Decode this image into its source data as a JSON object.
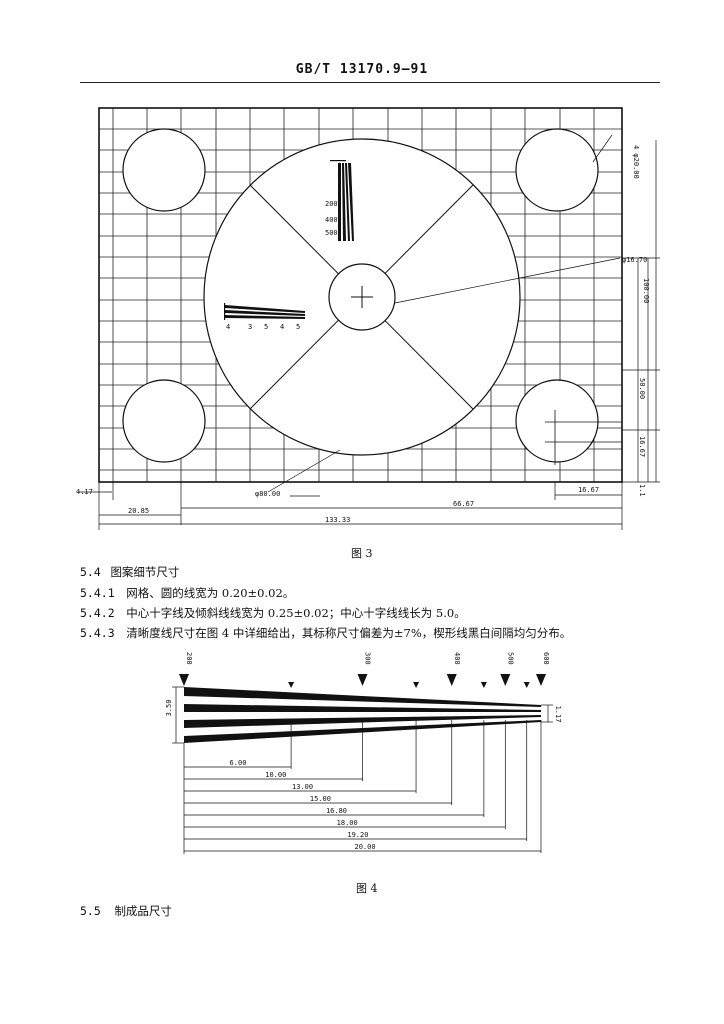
{
  "header": {
    "standard_code": "GB/T 13170.9—91"
  },
  "figure3": {
    "caption": "图 3",
    "dims": {
      "phi20": "4 φ20.00",
      "phi16_70": "φ16.70",
      "d100": "100.00",
      "d50": "50.00",
      "d16_67_v": "16.67",
      "d1_1": "1.1",
      "phi80": "φ80.00",
      "d4_17": "4.17",
      "d20_85": "20.85",
      "d66_67": "66.67",
      "d16_67_h": "16.67",
      "d133_33": "133.33"
    },
    "wedge_labels_v": [
      "200",
      "400",
      "500"
    ],
    "wedge_labels_h": [
      "4",
      "3",
      "5",
      "4",
      "5"
    ]
  },
  "section_5_4": {
    "title_num": "5.4",
    "title": "图案细节尺寸",
    "items": [
      {
        "num": "5.4.1",
        "text": "网格、圆的线宽为 0.20±0.02。"
      },
      {
        "num": "5.4.2",
        "text": "中心十字线及倾斜线线宽为 0.25±0.02；中心十字线线长为 5.0。"
      },
      {
        "num": "5.4.3",
        "text": "清晰度线尺寸在图 4 中详细给出，其标称尺寸偏差为±7%，楔形线黑白间隔均匀分布。"
      }
    ]
  },
  "figure4": {
    "caption": "图 4",
    "top_labels": [
      "200",
      "300",
      "400",
      "500",
      "600"
    ],
    "height_label": "3.50",
    "end_label": "1.17",
    "lengths": [
      {
        "label": "6.00",
        "value": 6.0
      },
      {
        "label": "10.00",
        "value": 10.0
      },
      {
        "label": "13.00",
        "value": 13.0
      },
      {
        "label": "15.00",
        "value": 15.0
      },
      {
        "label": "16.80",
        "value": 16.8
      },
      {
        "label": "18.00",
        "value": 18.0
      },
      {
        "label": "19.20",
        "value": 19.2
      },
      {
        "label": "20.00",
        "value": 20.0
      }
    ]
  },
  "section_5_5": {
    "num": "5.5",
    "title": "制成品尺寸"
  }
}
